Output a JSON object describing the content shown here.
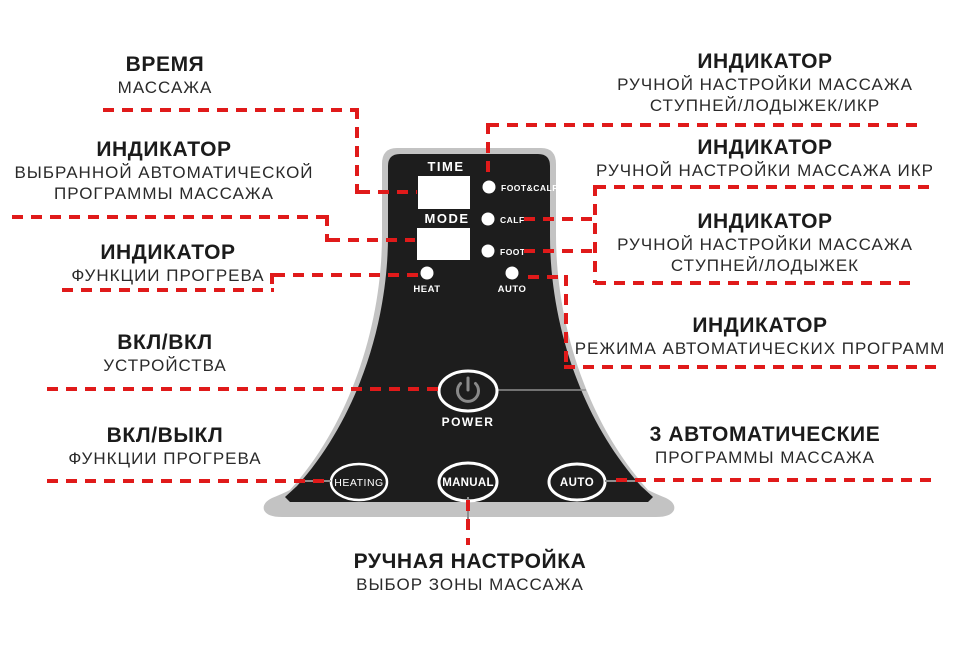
{
  "colors": {
    "accent_red": "#e01a1a",
    "panel_black": "#1d1d1d",
    "panel_border_silver": "#c3c3c3",
    "display_white": "#ffffff",
    "text_black": "#1b1b1b"
  },
  "panel": {
    "time_label": "TIME",
    "mode_label": "MODE",
    "indicators": [
      {
        "label": "FOOT&CALF"
      },
      {
        "label": "CALF"
      },
      {
        "label": "FOOT"
      }
    ],
    "heat_label": "HEAT",
    "auto_label": "AUTO",
    "power_label": "POWER",
    "buttons": [
      {
        "label": "HEATING"
      },
      {
        "label": "MANUAL"
      },
      {
        "label": "AUTO"
      }
    ]
  },
  "annotations": {
    "left": [
      {
        "title": "ВРЕМЯ",
        "lines": [
          "МАССАЖА"
        ]
      },
      {
        "title": "ИНДИКАТОР",
        "lines": [
          "ВЫБРАННОЙ АВТОМАТИЧЕСКОЙ",
          "ПРОГРАММЫ МАССАЖА"
        ]
      },
      {
        "title": "ИНДИКАТОР",
        "lines": [
          "ФУНКЦИИ ПРОГРЕВА"
        ]
      },
      {
        "title": "ВКЛ/ВКЛ",
        "lines": [
          "УСТРОЙСТВА"
        ]
      },
      {
        "title": "ВКЛ/ВЫКЛ",
        "lines": [
          "ФУНКЦИИ ПРОГРЕВА"
        ]
      }
    ],
    "right": [
      {
        "title": "ИНДИКАТОР",
        "lines": [
          "РУЧНОЙ НАСТРОЙКИ МАССАЖА",
          "СТУПНЕЙ/ЛОДЫЖЕК/ИКР"
        ]
      },
      {
        "title": "ИНДИКАТОР",
        "lines": [
          "РУЧНОЙ НАСТРОЙКИ МАССАЖА ИКР"
        ]
      },
      {
        "title": "ИНДИКАТОР",
        "lines": [
          "РУЧНОЙ НАСТРОЙКИ МАССАЖА",
          "СТУПНЕЙ/ЛОДЫЖЕК"
        ]
      },
      {
        "title": "ИНДИКАТОР",
        "lines": [
          "РЕЖИМА АВТОМАТИЧЕСКИХ ПРОГРАММ"
        ]
      },
      {
        "title": "3 АВТОМАТИЧЕСКИЕ",
        "lines": [
          "ПРОГРАММЫ МАССАЖА"
        ]
      }
    ],
    "bottom": {
      "title": "РУЧНАЯ НАСТРОЙКА",
      "lines": [
        "ВЫБОР ЗОНЫ МАССАЖА"
      ]
    }
  }
}
